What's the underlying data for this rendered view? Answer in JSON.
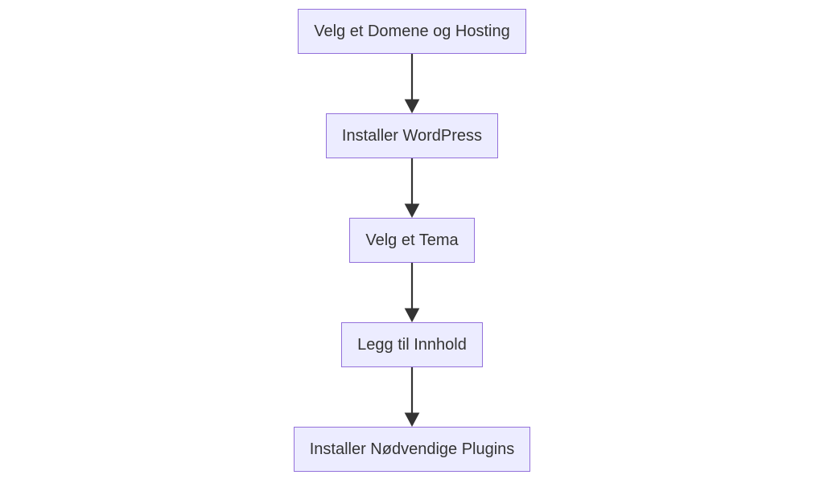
{
  "flowchart": {
    "type": "flowchart",
    "direction": "top-down",
    "background": "#FFFFFF",
    "nodes": [
      {
        "label": "Velg et Domene og Hosting"
      },
      {
        "label": "Installer WordPress"
      },
      {
        "label": "Velg et Tema"
      },
      {
        "label": "Legg til Innhold"
      },
      {
        "label": "Installer Nødvendige Plugins"
      }
    ],
    "edges": [
      {
        "from": "Velg et Domene og Hosting",
        "to": "Installer WordPress"
      },
      {
        "from": "Installer WordPress",
        "to": "Velg et Tema"
      },
      {
        "from": "Velg et Tema",
        "to": "Legg til Innhold"
      },
      {
        "from": "Legg til Innhold",
        "to": "Installer Nødvendige Plugins"
      }
    ],
    "colors": {
      "node_fill": "#ECECFF",
      "node_border": "#9370DB",
      "text": "#333333",
      "arrow": "#333333"
    }
  }
}
